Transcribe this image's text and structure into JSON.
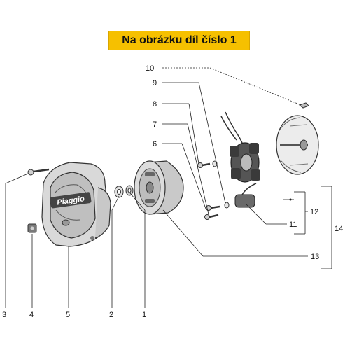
{
  "banner": {
    "text": "Na obrázku díl číslo 1"
  },
  "callouts": {
    "c1": "1",
    "c2": "2",
    "c3": "3",
    "c4": "4",
    "c5": "5",
    "c6": "6",
    "c7": "7",
    "c8": "8",
    "c9": "9",
    "c10": "10",
    "c11": "11",
    "c12": "12",
    "c13": "13",
    "c14": "14"
  },
  "cover_logo": "Piaggio",
  "colors": {
    "banner_bg": "#f6c000",
    "line": "#222222"
  }
}
